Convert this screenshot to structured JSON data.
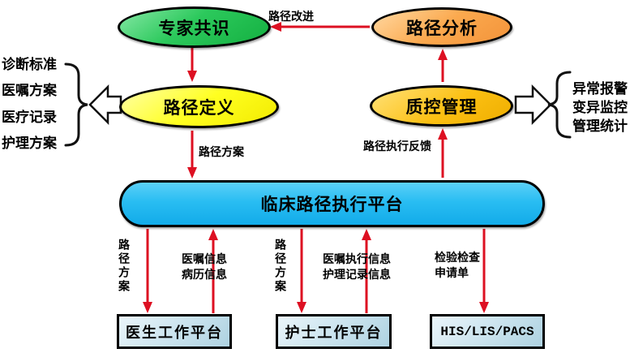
{
  "nodes": {
    "expert": {
      "label": "专家共识",
      "fill": "#2cc95c"
    },
    "analysis": {
      "label": "路径分析",
      "fill": "#fba94e"
    },
    "definition": {
      "label": "路径定义",
      "fill": "#ffff21"
    },
    "quality": {
      "label": "质控管理",
      "fill": "#fcc013"
    },
    "platform": {
      "label": "临床路径执行平台",
      "fill": "#29bdf2"
    },
    "doctor": {
      "label": "医生工作平台",
      "fill": "#cfe6f0"
    },
    "nurse": {
      "label": "护士工作平台",
      "fill": "#cfe6f0"
    },
    "his": {
      "label": "HIS/LIS/PACS",
      "fill": "#cfe6f0"
    }
  },
  "edges": {
    "improve": {
      "label": "路径改进"
    },
    "plan_top": {
      "label": "路径方案"
    },
    "feedback": {
      "label": "路径执行反馈"
    },
    "plan_doctor": {
      "label": "路径方案"
    },
    "doctor_up": {
      "lines": [
        "医嘱信息",
        "病历信息"
      ]
    },
    "plan_nurse": {
      "label": "路径方案"
    },
    "nurse_up": {
      "lines": [
        "医嘱执行信息",
        "护理记录信息"
      ]
    },
    "his_down": {
      "lines": [
        "检验检查",
        "申请单"
      ]
    }
  },
  "left_inputs": {
    "items": [
      "诊断标准",
      "医嘱方案",
      "医疗记录",
      "护理方案"
    ]
  },
  "right_outputs": {
    "items": [
      "异常报警",
      "变异监控",
      "管理统计"
    ]
  },
  "colors": {
    "arrow": "#dd1022",
    "outline": "#111111",
    "border": "#000000"
  }
}
